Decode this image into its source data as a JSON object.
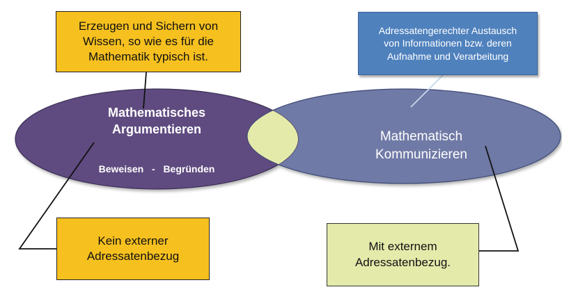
{
  "diagram": {
    "left_ellipse": {
      "title_line1": "Mathematisches",
      "title_line2": "Argumentieren",
      "subtitle": "Beweisen  -  Begründen",
      "color": "#5e4b80"
    },
    "right_ellipse": {
      "title_line1": "Mathematisch",
      "title_line2": "Kommunizieren",
      "color": "#6f7aa6"
    },
    "overlap_color": "#e4eaaa",
    "top_left_box": {
      "line1": "Erzeugen und Sichern von",
      "line2": "Wissen, so wie es für die",
      "line3": "Mathematik typisch ist.",
      "color": "#f6c01f"
    },
    "top_right_box": {
      "line1": "Adressatengerechter Austausch",
      "line2": "von Informationen bzw. deren",
      "line3": "Aufnahme und Verarbeitung",
      "color": "#4f81bd"
    },
    "bottom_left_box": {
      "line1": "Kein externer",
      "line2": "Adressatenbezug",
      "color": "#f6c01f"
    },
    "bottom_right_box": {
      "line1": "Mit externem",
      "line2": "Adressatenbezug.",
      "color": "#e4eaaa"
    }
  }
}
